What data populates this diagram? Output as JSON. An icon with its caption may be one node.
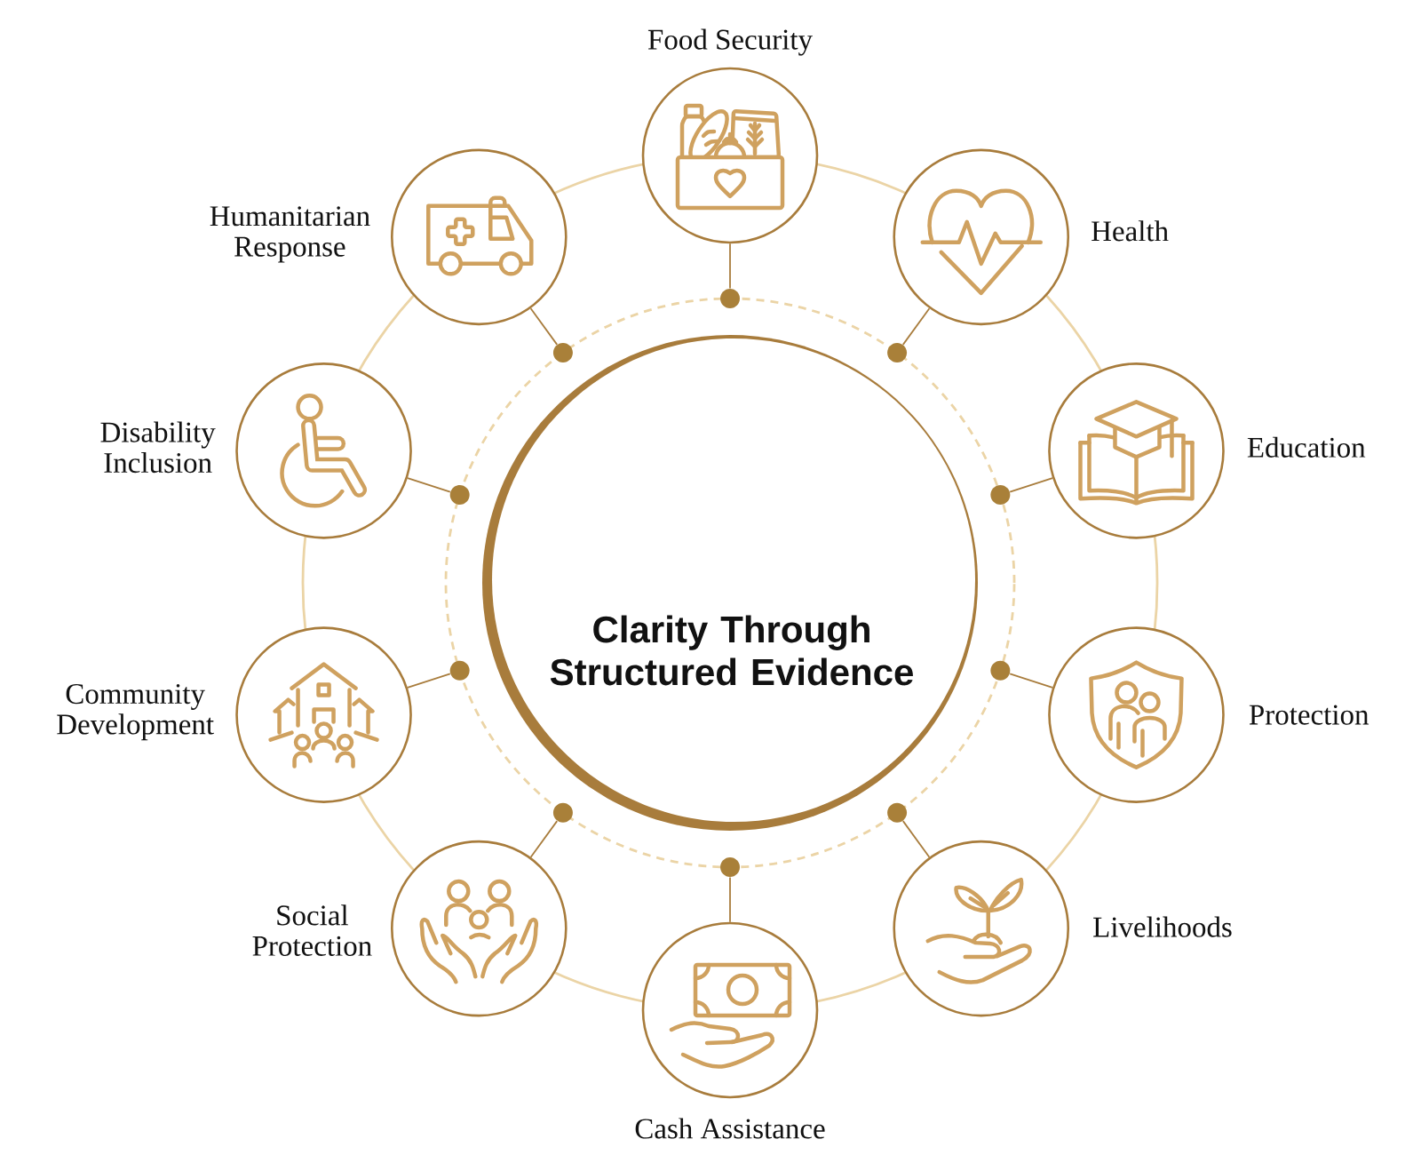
{
  "diagram": {
    "nodes": [
      {
        "text": [
          "Clarity Through Structured Evidence"
        ]
      },
      {
        "text": [
          "Food Security"
        ]
      },
      {
        "text": [
          "Health"
        ]
      },
      {
        "text": [
          "Education"
        ]
      },
      {
        "text": [
          "Protection"
        ]
      },
      {
        "text": [
          "Livelihoods"
        ]
      },
      {
        "text": [
          "Cash Assistance"
        ]
      },
      {
        "text": [
          "Social Protection"
        ]
      },
      {
        "text": [
          "Community Development"
        ]
      },
      {
        "text": [
          "Disability Inclusion"
        ]
      },
      {
        "text": [
          "Humanitarian Response"
        ]
      },
      {
        "text": [],
        "shape": "circle"
      },
      {
        "text": [],
        "shape": "circle"
      },
      {
        "text": [],
        "shape": "circle"
      },
      {
        "text": [],
        "shape": "circle"
      },
      {
        "text": [],
        "shape": "circle"
      },
      {
        "text": [],
        "shape": "circle"
      },
      {
        "text": [],
        "shape": "circle"
      },
      {
        "text": [],
        "shape": "circle"
      },
      {
        "text": [],
        "shape": "circle"
      },
      {
        "text": [],
        "shape": "circle"
      }
    ],
    "edges": [
      {
        "from": 1,
        "to": 11,
        "arrow": "none"
      },
      {
        "from": 2,
        "to": 12,
        "arrow": "none"
      },
      {
        "from": 3,
        "to": 13,
        "arrow": "none"
      },
      {
        "from": 4,
        "to": 14,
        "arrow": "none"
      },
      {
        "from": 5,
        "to": 15,
        "arrow": "none"
      },
      {
        "from": 6,
        "to": 16,
        "arrow": "none"
      },
      {
        "from": 7,
        "to": 17,
        "arrow": "none"
      },
      {
        "from": 8,
        "to": 18,
        "arrow": "none"
      },
      {
        "from": 9,
        "to": 19,
        "arrow": "none"
      },
      {
        "from": 10,
        "to": 20,
        "arrow": "none"
      }
    ]
  }
}
